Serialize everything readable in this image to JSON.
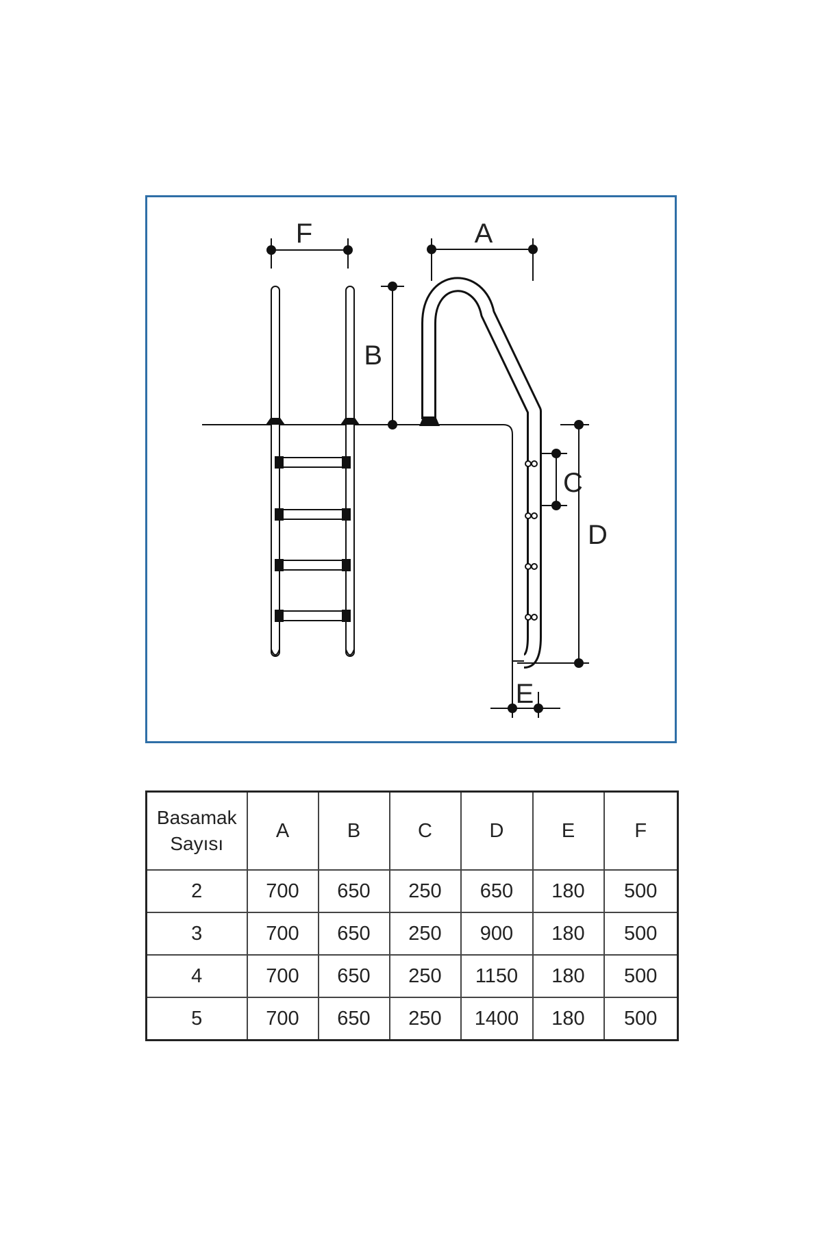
{
  "diagram": {
    "dimension_labels": {
      "A": "A",
      "B": "B",
      "C": "C",
      "D": "D",
      "E": "E",
      "F": "F"
    }
  },
  "table": {
    "header": {
      "first_line1": "Basamak",
      "first_line2": "Sayısı",
      "columns": [
        "A",
        "B",
        "C",
        "D",
        "E",
        "F"
      ]
    },
    "rows": [
      {
        "steps": "2",
        "values": [
          "700",
          "650",
          "250",
          "650",
          "180",
          "500"
        ]
      },
      {
        "steps": "3",
        "values": [
          "700",
          "650",
          "250",
          "900",
          "180",
          "500"
        ]
      },
      {
        "steps": "4",
        "values": [
          "700",
          "650",
          "250",
          "1150",
          "180",
          "500"
        ]
      },
      {
        "steps": "5",
        "values": [
          "700",
          "650",
          "250",
          "1400",
          "180",
          "500"
        ]
      }
    ]
  },
  "colors": {
    "panel_border": "#2f6fa7",
    "line": "#111111",
    "text": "#222222"
  }
}
